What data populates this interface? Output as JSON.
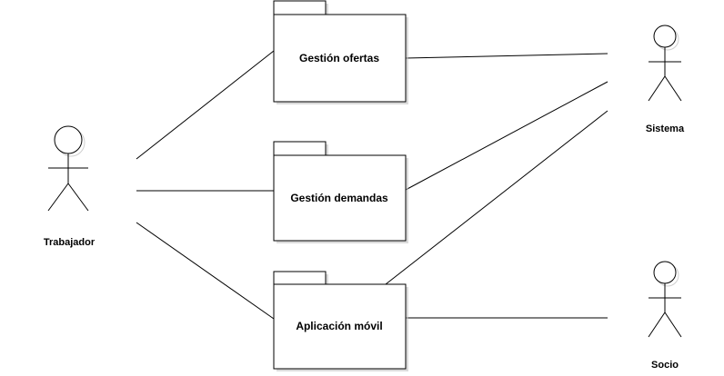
{
  "packages": [
    {
      "id": "gestion-ofertas",
      "label": "Gestión ofertas"
    },
    {
      "id": "gestion-demandas",
      "label": "Gestión demandas"
    },
    {
      "id": "aplicacion-movil",
      "label": "Aplicación móvil"
    }
  ],
  "actors": [
    {
      "id": "trabajador",
      "label": "Trabajador"
    },
    {
      "id": "sistema",
      "label": "Sistema"
    },
    {
      "id": "socio",
      "label": "Socio"
    }
  ],
  "associations": [
    {
      "from": "trabajador",
      "to": "gestion-ofertas"
    },
    {
      "from": "trabajador",
      "to": "gestion-demandas"
    },
    {
      "from": "trabajador",
      "to": "aplicacion-movil"
    },
    {
      "from": "gestion-ofertas",
      "to": "sistema"
    },
    {
      "from": "gestion-demandas",
      "to": "sistema"
    },
    {
      "from": "aplicacion-movil",
      "to": "sistema"
    },
    {
      "from": "aplicacion-movil",
      "to": "socio"
    }
  ]
}
